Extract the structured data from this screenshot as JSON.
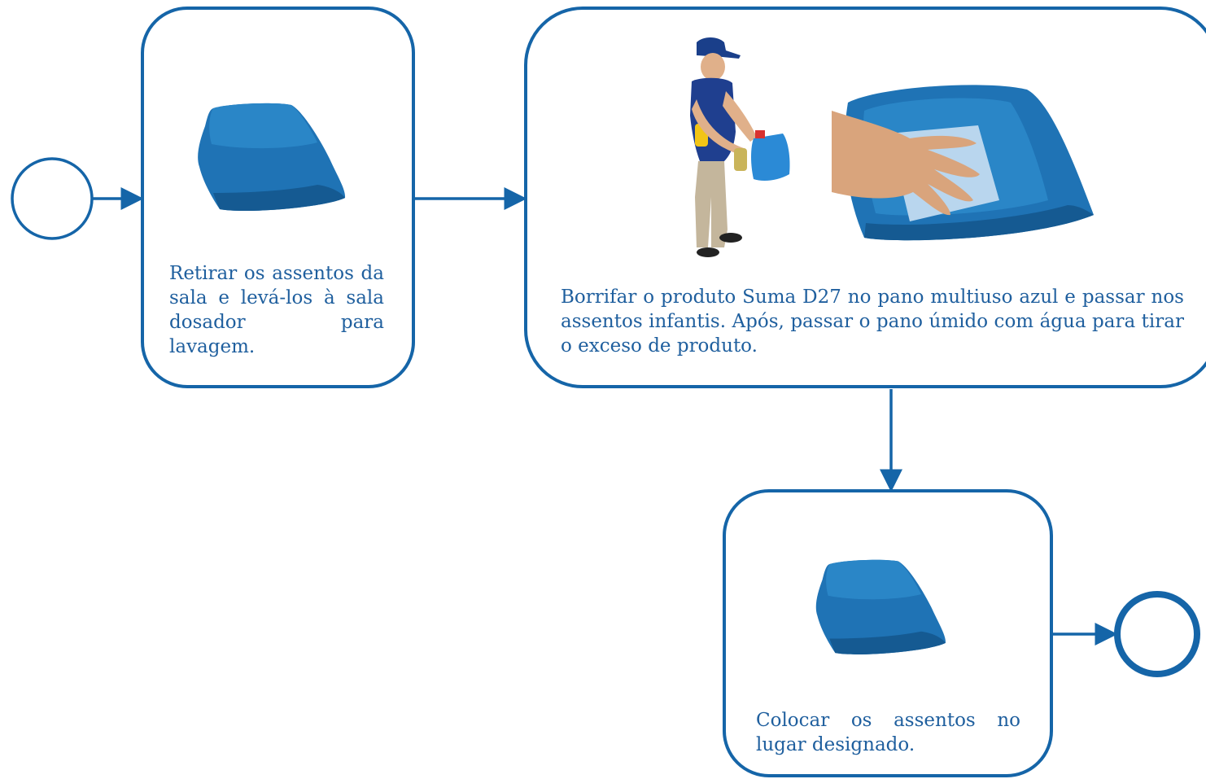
{
  "colors": {
    "stroke": "#1565a8",
    "text": "#1f5f9e",
    "seat": "#1f73b5",
    "seat_dark": "#155a92",
    "cloth": "#b9d6ee"
  },
  "events": {
    "start": {
      "kind": "start-event"
    },
    "end": {
      "kind": "end-event"
    }
  },
  "tasks": [
    {
      "id": "task-1",
      "text": "Retirar os assentos da sala e levá-los à sala dosador para lavagem.",
      "images": [
        "blue-seat-icon"
      ]
    },
    {
      "id": "task-2",
      "text": "Borrifar o produto Suma D27 no pano multiuso azul e passar nos assentos infantis. Após, passar o pano úmido com água para tirar o exceso de produto.",
      "images": [
        "worker-with-spray-bottle-icon",
        "hand-wiping-seat-icon"
      ]
    },
    {
      "id": "task-3",
      "text": "Colocar os assentos no lugar designado.",
      "images": [
        "blue-seat-icon"
      ]
    }
  ]
}
